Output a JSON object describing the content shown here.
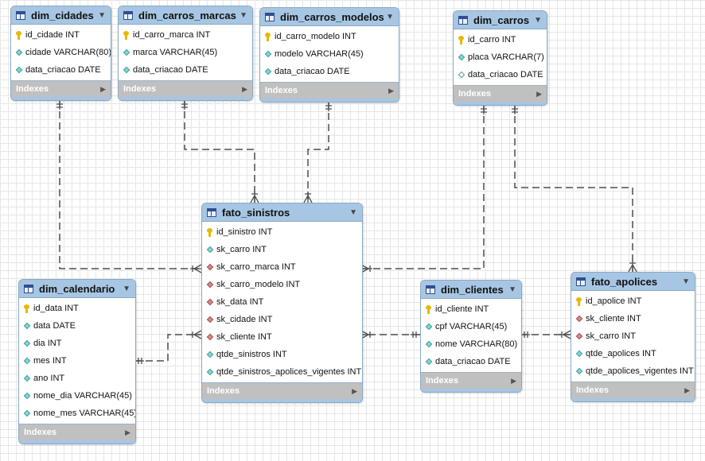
{
  "indexes_label": "Indexes",
  "entities": {
    "dim_cidades": {
      "title": "dim_cidades",
      "columns": [
        {
          "text": "id_cidade INT",
          "kind": "pk"
        },
        {
          "text": "cidade VARCHAR(80)",
          "kind": "col"
        },
        {
          "text": "data_criacao DATE",
          "kind": "col"
        }
      ]
    },
    "dim_carros_marcas": {
      "title": "dim_carros_marcas",
      "columns": [
        {
          "text": "id_carro_marca INT",
          "kind": "pk"
        },
        {
          "text": "marca VARCHAR(45)",
          "kind": "col"
        },
        {
          "text": "data_criacao DATE",
          "kind": "col"
        }
      ]
    },
    "dim_carros_modelos": {
      "title": "dim_carros_modelos",
      "columns": [
        {
          "text": "id_carro_modelo INT",
          "kind": "pk"
        },
        {
          "text": "modelo VARCHAR(45)",
          "kind": "col"
        },
        {
          "text": "data_criacao DATE",
          "kind": "col"
        }
      ]
    },
    "dim_carros": {
      "title": "dim_carros",
      "columns": [
        {
          "text": "id_carro INT",
          "kind": "pk"
        },
        {
          "text": "placa VARCHAR(7)",
          "kind": "col"
        },
        {
          "text": "data_criacao DATE",
          "kind": "nullable"
        }
      ]
    },
    "fato_sinistros": {
      "title": "fato_sinistros",
      "columns": [
        {
          "text": "id_sinistro INT",
          "kind": "pk"
        },
        {
          "text": "sk_carro INT",
          "kind": "col"
        },
        {
          "text": "sk_carro_marca INT",
          "kind": "fk"
        },
        {
          "text": "sk_carro_modelo INT",
          "kind": "fk"
        },
        {
          "text": "sk_data INT",
          "kind": "fk"
        },
        {
          "text": "sk_cidade INT",
          "kind": "fk"
        },
        {
          "text": "sk_cliente INT",
          "kind": "fk"
        },
        {
          "text": "qtde_sinistros INT",
          "kind": "col"
        },
        {
          "text": "qtde_sinistros_apolices_vigentes INT",
          "kind": "col"
        }
      ]
    },
    "dim_calendario": {
      "title": "dim_calendario",
      "columns": [
        {
          "text": "id_data INT",
          "kind": "pk"
        },
        {
          "text": "data DATE",
          "kind": "col"
        },
        {
          "text": "dia INT",
          "kind": "col"
        },
        {
          "text": "mes INT",
          "kind": "col"
        },
        {
          "text": "ano INT",
          "kind": "col"
        },
        {
          "text": "nome_dia VARCHAR(45)",
          "kind": "col"
        },
        {
          "text": "nome_mes VARCHAR(45)",
          "kind": "col"
        }
      ]
    },
    "dim_clientes": {
      "title": "dim_clientes",
      "columns": [
        {
          "text": "id_cliente INT",
          "kind": "pk"
        },
        {
          "text": "cpf VARCHAR(45)",
          "kind": "col"
        },
        {
          "text": "nome VARCHAR(80)",
          "kind": "col"
        },
        {
          "text": "data_criacao DATE",
          "kind": "col"
        }
      ]
    },
    "fato_apolices": {
      "title": "fato_apolices",
      "columns": [
        {
          "text": "id_apolice INT",
          "kind": "pk"
        },
        {
          "text": "sk_cliente INT",
          "kind": "fk"
        },
        {
          "text": "sk_carro INT",
          "kind": "fk"
        },
        {
          "text": "qtde_apolices INT",
          "kind": "col"
        },
        {
          "text": "qtde_apolices_vigentes INT",
          "kind": "col"
        }
      ]
    }
  },
  "relationships": [
    {
      "from": "dim_cidades",
      "to": "fato_sinistros"
    },
    {
      "from": "dim_carros_marcas",
      "to": "fato_sinistros"
    },
    {
      "from": "dim_carros_modelos",
      "to": "fato_sinistros"
    },
    {
      "from": "dim_carros",
      "to": "fato_sinistros"
    },
    {
      "from": "dim_carros",
      "to": "fato_apolices"
    },
    {
      "from": "dim_calendario",
      "to": "fato_sinistros"
    },
    {
      "from": "dim_clientes",
      "to": "fato_sinistros"
    },
    {
      "from": "dim_clientes",
      "to": "fato_apolices"
    }
  ]
}
